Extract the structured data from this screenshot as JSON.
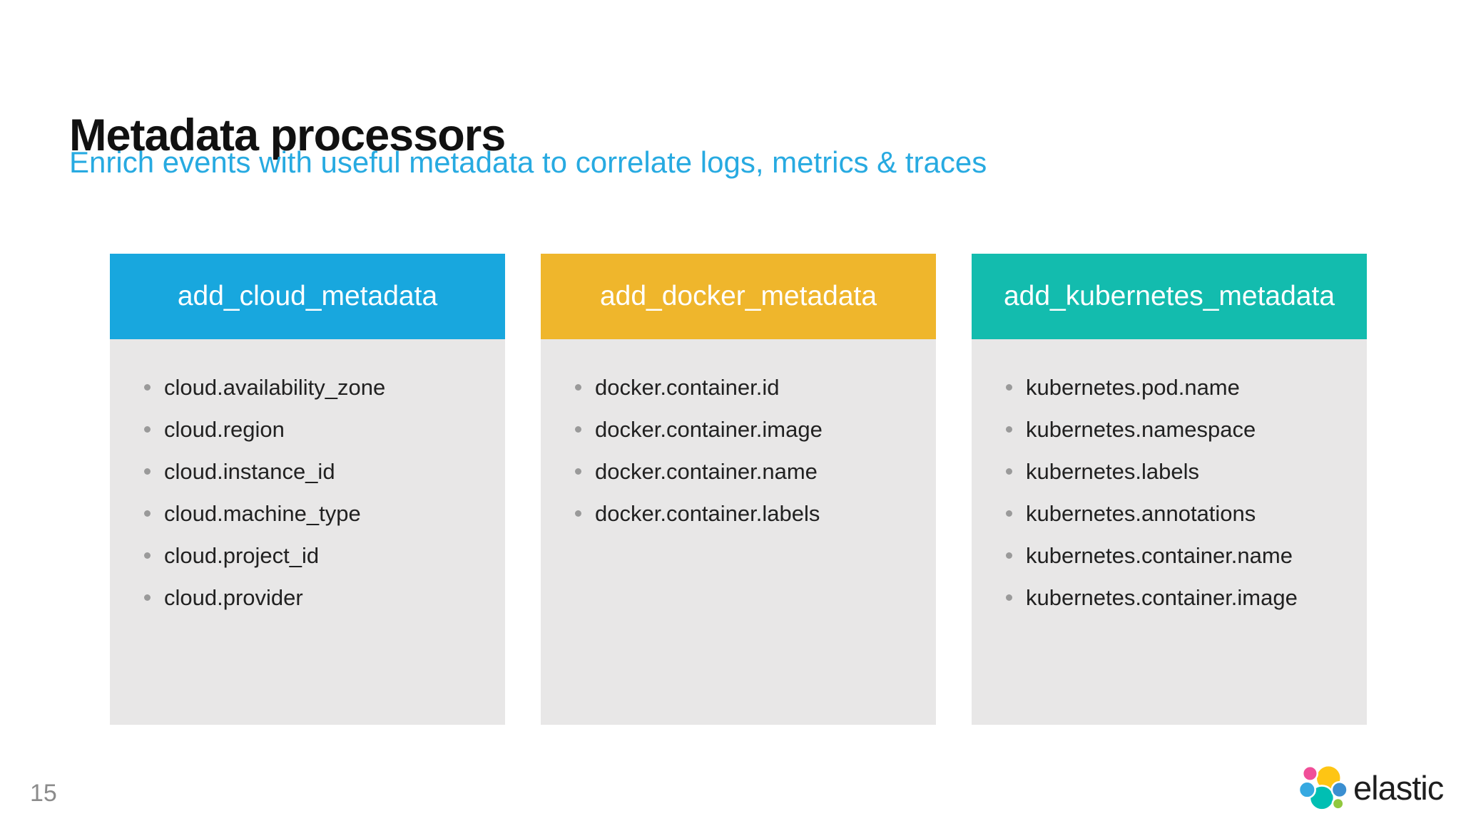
{
  "slide": {
    "title": "Metadata processors",
    "subtitle": "Enrich events with useful metadata to correlate logs, metrics & traces",
    "page_number": "15"
  },
  "colors": {
    "title_text": "#111111",
    "subtitle_text": "#27AAE1",
    "card_body_background": "#E8E7E7",
    "list_text": "#212121",
    "bullet": "#9A9A9A",
    "page_number_text": "#8B8B8B"
  },
  "cards": [
    {
      "title": "add_cloud_metadata",
      "header_color": "#18A7DE",
      "items": [
        "cloud.availability_zone",
        "cloud.region",
        "cloud.instance_id",
        "cloud.machine_type",
        "cloud.project_id",
        "cloud.provider"
      ]
    },
    {
      "title": "add_docker_metadata",
      "header_color": "#EFB62C",
      "items": [
        "docker.container.id",
        "docker.container.image",
        "docker.container.name",
        "docker.container.labels"
      ]
    },
    {
      "title": "add_kubernetes_metadata",
      "header_color": "#13BCAE",
      "items": [
        "kubernetes.pod.name",
        "kubernetes.namespace",
        "kubernetes.labels",
        "kubernetes.annotations",
        "kubernetes.container.name",
        "kubernetes.container.image"
      ]
    }
  ],
  "logo": {
    "text": "elastic",
    "colors": {
      "pink": "#F04E98",
      "yellow": "#FEC514",
      "light_blue": "#36A9E1",
      "teal": "#00BFB3",
      "blue": "#3B8FD1",
      "green": "#91C83E"
    }
  }
}
